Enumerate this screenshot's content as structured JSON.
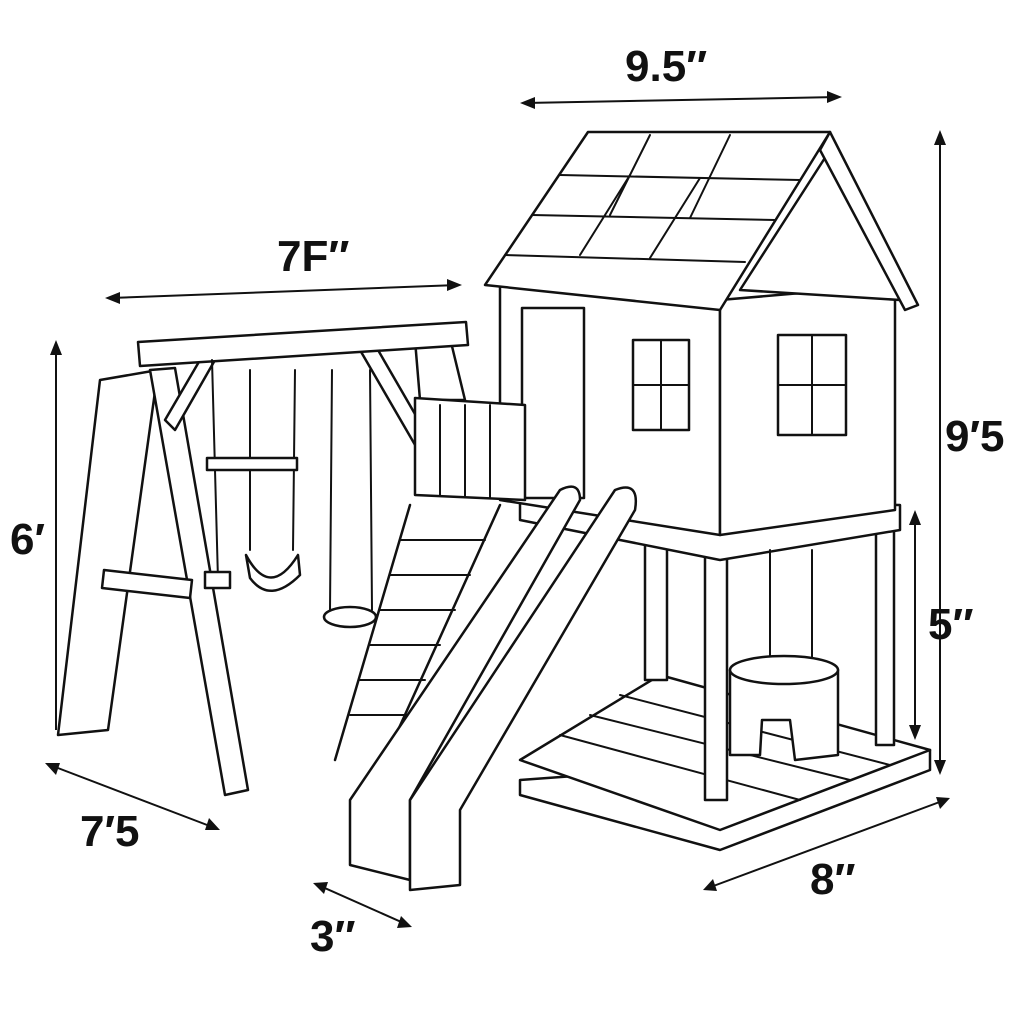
{
  "title": "Playset dimensions",
  "dimensions": {
    "roof_width": "9.5″",
    "swing_beam_width": "7F″",
    "swing_height": "6′",
    "total_height": "9′5",
    "deck_height": "5″",
    "swing_depth": "7′5",
    "slide_width": "3″",
    "base_depth": "8″"
  },
  "colors": {
    "line": "#111111",
    "background": "#ffffff"
  }
}
